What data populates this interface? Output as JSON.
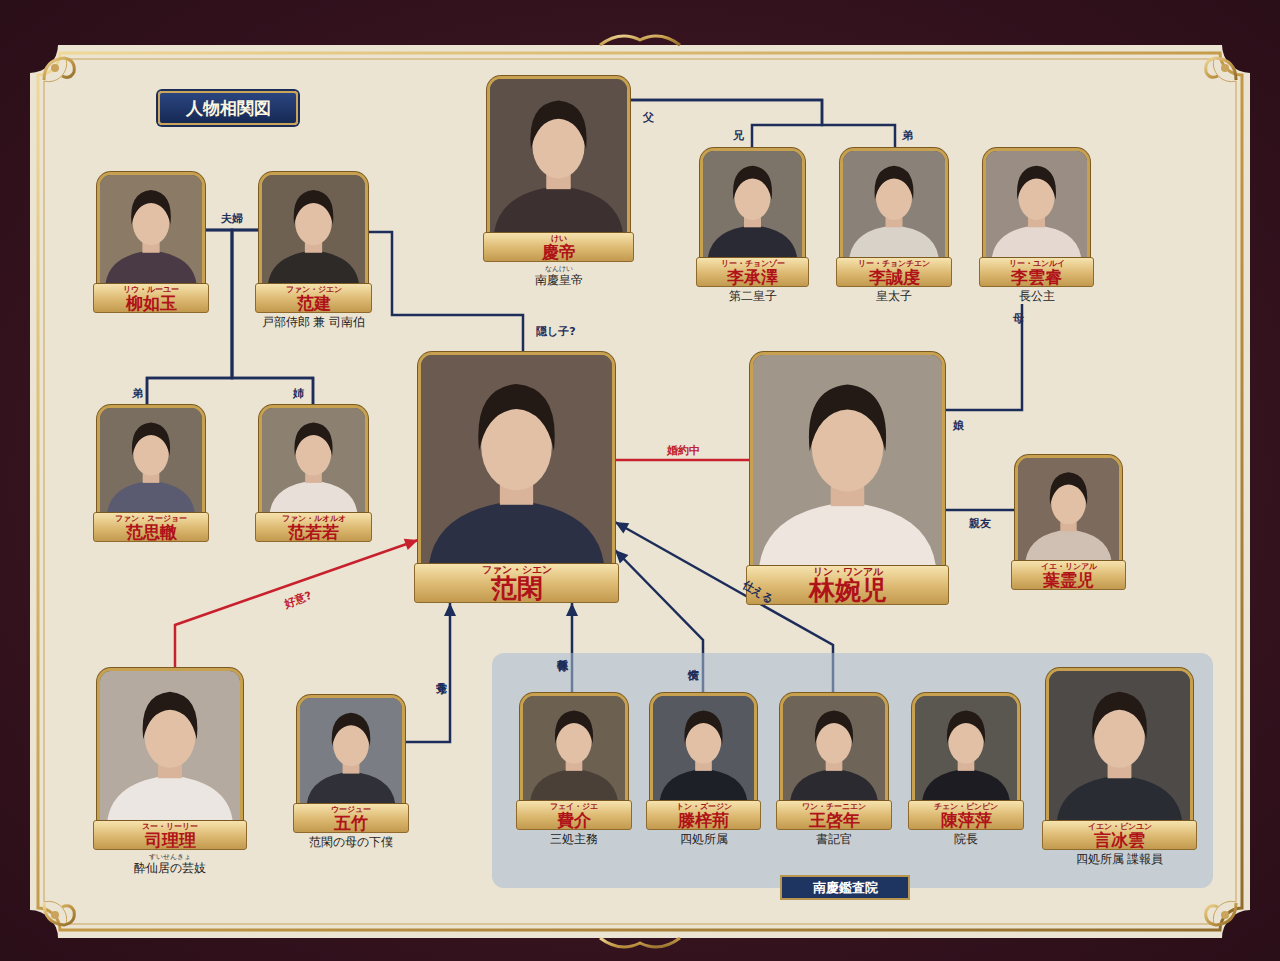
{
  "diagram": {
    "title": "人物相関図",
    "nodes": [
      {
        "text": [
          "リウ・ルーユー",
          "柳如玉"
        ]
      },
      {
        "text": [
          "ファン・ジエン",
          "范建",
          "戸部侍郎 兼 司南伯"
        ]
      },
      {
        "text": [
          "けい",
          "慶帝",
          "なんけい",
          "南慶皇帝"
        ]
      },
      {
        "text": [
          "リー・チョンゾー",
          "李承澤",
          "第二皇子"
        ]
      },
      {
        "text": [
          "リー・チョンチエン",
          "李誠虔",
          "皇太子"
        ]
      },
      {
        "text": [
          "リー・ユンルイ",
          "李雲睿",
          "長公主"
        ]
      },
      {
        "text": [
          "ファン・スージョー",
          "范思轍"
        ]
      },
      {
        "text": [
          "ファン・ルオルオ",
          "范若若"
        ]
      },
      {
        "text": [
          "ファン・シエン",
          "范閑"
        ]
      },
      {
        "text": [
          "リン・ワンアル",
          "林婉児"
        ]
      },
      {
        "text": [
          "イエ・リンアル",
          "葉霊児"
        ]
      },
      {
        "text": [
          "スー・リーリー",
          "司理理",
          "すいせんきょ",
          "酔仙居の芸妓"
        ]
      },
      {
        "text": [
          "ウージュー",
          "五竹",
          "范閑の母の下僕"
        ]
      },
      {
        "text": [
          "南慶鑑査院"
        ]
      },
      {
        "text": [
          "フェイ・ジエ",
          "費介",
          "三処主務"
        ],
        "in": 13
      },
      {
        "text": [
          "トン・ズージン",
          "滕梓荊",
          "四処所属"
        ],
        "in": 13
      },
      {
        "text": [
          "ワン・チーニエン",
          "王啓年",
          "書記官"
        ],
        "in": 13
      },
      {
        "text": [
          "チェン・ピンピン",
          "陳萍萍",
          "院長"
        ],
        "in": 13
      },
      {
        "text": [
          "イエン・ビンユン",
          "言冰雲",
          "四処所属 諜報員"
        ],
        "in": 13
      }
    ],
    "edges": [
      {
        "from": 0,
        "to": 1,
        "arrow": "none",
        "label": "夫婦"
      },
      {
        "from": 0,
        "to": 6,
        "arrow": "none"
      },
      {
        "from": 1,
        "to": 6,
        "arrow": "none",
        "label": "弟"
      },
      {
        "from": 0,
        "to": 7,
        "arrow": "none"
      },
      {
        "from": 1,
        "to": 7,
        "arrow": "none",
        "label": "姉"
      },
      {
        "from": 1,
        "to": 8,
        "arrow": "none",
        "label": "隠し子?"
      },
      {
        "from": 2,
        "to": 3,
        "arrow": "none",
        "label": "兄"
      },
      {
        "from": 2,
        "to": 4,
        "arrow": "none",
        "label": "弟"
      },
      {
        "from": 5,
        "to": 9,
        "arrow": "none",
        "label": "母"
      },
      {
        "from": 8,
        "to": 9,
        "arrow": "none",
        "label": "婚約中"
      },
      {
        "from": 9,
        "to": 10,
        "arrow": "none",
        "label": "親友"
      },
      {
        "from": 11,
        "to": 8,
        "arrow": "to",
        "label": "好意?"
      },
      {
        "from": 12,
        "to": 8,
        "arrow": "to",
        "label": "見守る"
      },
      {
        "from": 14,
        "to": 8,
        "arrow": "to",
        "label": "教育係"
      },
      {
        "from": 15,
        "to": 8,
        "arrow": "to",
        "label": "友情"
      },
      {
        "from": 16,
        "to": 8,
        "arrow": "to",
        "label": "仕える"
      }
    ],
    "labels": [
      "父",
      "娘"
    ]
  }
}
